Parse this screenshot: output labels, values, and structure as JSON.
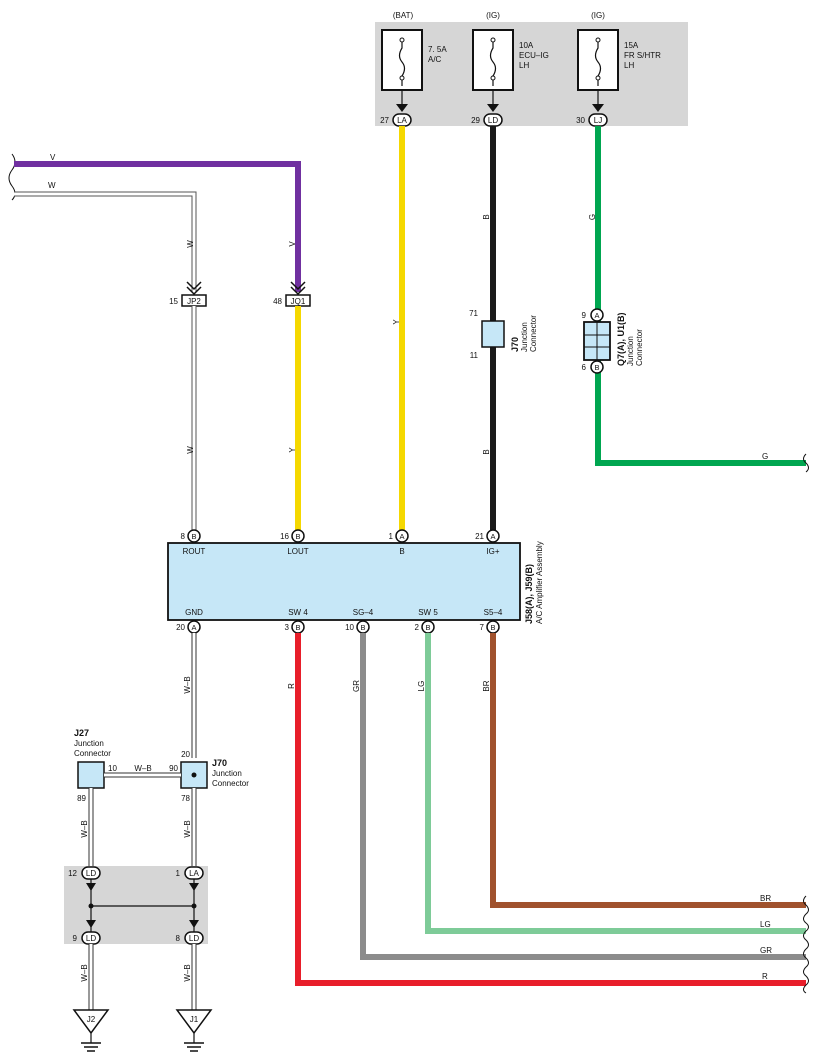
{
  "fuses": [
    {
      "source": "(BAT)",
      "rating": "7. 5A",
      "name1": "A/C",
      "name2": "",
      "pin": "27",
      "conn": "LA"
    },
    {
      "source": "(IG)",
      "rating": "10A",
      "name1": "ECU–IG",
      "name2": "LH",
      "pin": "29",
      "conn": "LD"
    },
    {
      "source": "(IG)",
      "rating": "15A",
      "name1": "FR S/HTR",
      "name2": "LH",
      "pin": "30",
      "conn": "LJ"
    }
  ],
  "top_wires": {
    "v": "V",
    "w": "W"
  },
  "inline": {
    "jp2_pin": "15",
    "jp2": "JP2",
    "jq1_pin": "48",
    "jq1": "JQ1"
  },
  "wire_labels": {
    "w_upper": "W",
    "v_upper": "V",
    "y_mid": "Y",
    "y_jq1": "Y",
    "w_lower": "W",
    "b_upper": "B",
    "b_lower": "B",
    "g_upper": "G",
    "g_right": "G"
  },
  "j70_top": {
    "id": "J70",
    "line1": "Junction",
    "line2": "Connector",
    "pin_in": "71",
    "pin_out": "11"
  },
  "q7": {
    "id": "Q7(A), U1(B)",
    "line1": "Junction",
    "line2": "Connector",
    "pin_top": "9",
    "conn_top": "A",
    "pin_bot": "6",
    "conn_bot": "B"
  },
  "amplifier": {
    "id": "J58(A), J59(B)",
    "name": "A/C Amplifier Assembly",
    "top_pins": [
      {
        "num": "8",
        "conn": "B",
        "label": "ROUT"
      },
      {
        "num": "16",
        "conn": "B",
        "label": "LOUT"
      },
      {
        "num": "1",
        "conn": "A",
        "label": "B"
      },
      {
        "num": "21",
        "conn": "A",
        "label": "IG+"
      }
    ],
    "bottom_pins": [
      {
        "num": "20",
        "conn": "A",
        "label": "GND"
      },
      {
        "num": "3",
        "conn": "B",
        "label": "SW 4"
      },
      {
        "num": "10",
        "conn": "B",
        "label": "SG–4"
      },
      {
        "num": "2",
        "conn": "B",
        "label": "SW 5"
      },
      {
        "num": "7",
        "conn": "B",
        "label": "S5–4"
      }
    ]
  },
  "bottom_wires": {
    "wb1": "W–B",
    "r": "R",
    "gr": "GR",
    "lg": "LG",
    "br": "BR"
  },
  "right_labels": {
    "br": "BR",
    "lg": "LG",
    "gr": "GR",
    "r": "R"
  },
  "j27": {
    "id": "J27",
    "line1": "Junction",
    "line2": "Connector",
    "pin_r": "10",
    "pin_b": "89"
  },
  "j70_low": {
    "id": "J70",
    "line1": "Junction",
    "line2": "Connector",
    "pin_t": "20",
    "pin_l": "90",
    "pin_b": "78"
  },
  "link_label": "W–B",
  "lower_wire_labels": {
    "left1": "W–B",
    "right1": "W–B",
    "left2": "W–B",
    "right2": "W–B"
  },
  "ground_block": {
    "tl_pin": "12",
    "tl": "LD",
    "tr_pin": "1",
    "tr": "LA",
    "bl_pin": "9",
    "bl": "LD",
    "br_pin": "8",
    "br": "LD"
  },
  "grounds": {
    "left": "J2",
    "right": "J1"
  },
  "colors": {
    "violet": "#7030a0",
    "yellow": "#f5d800",
    "black": "#1a1a1a",
    "green": "#00a650",
    "red": "#e81e2a",
    "gray": "#8c8c8c",
    "light_green": "#7ecb98",
    "brown": "#a0522d",
    "box": "#c6e7f7",
    "shade": "#d6d6d6"
  }
}
